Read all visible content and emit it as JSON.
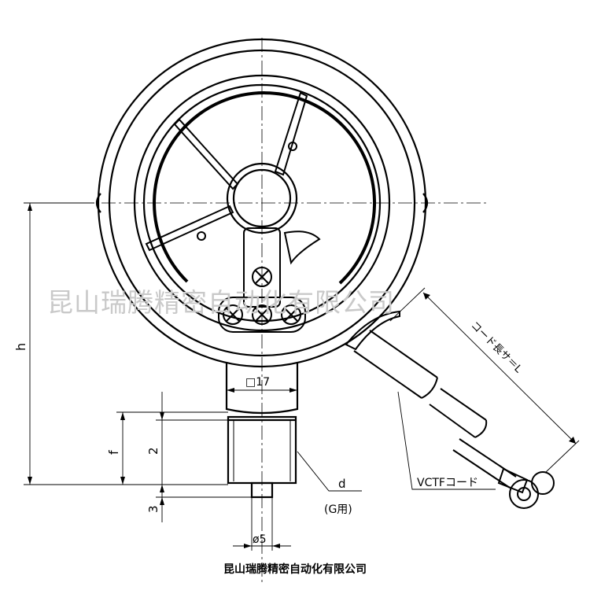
{
  "dimensions": {
    "h": "h",
    "f": "f",
    "two": "2",
    "three": "3",
    "square17": "□17",
    "d": "d",
    "g_use": "(G用)",
    "phi5": "ø5"
  },
  "cord": {
    "vctf": "VCTFコード",
    "length": "コード長サ＝L"
  },
  "watermark": "昆山瑞腾精密自动化有限公司",
  "footer": "昆山瑞腾精密自动化有限公司",
  "colors": {
    "line": "#000000",
    "watermark": "#c9c9c9"
  }
}
